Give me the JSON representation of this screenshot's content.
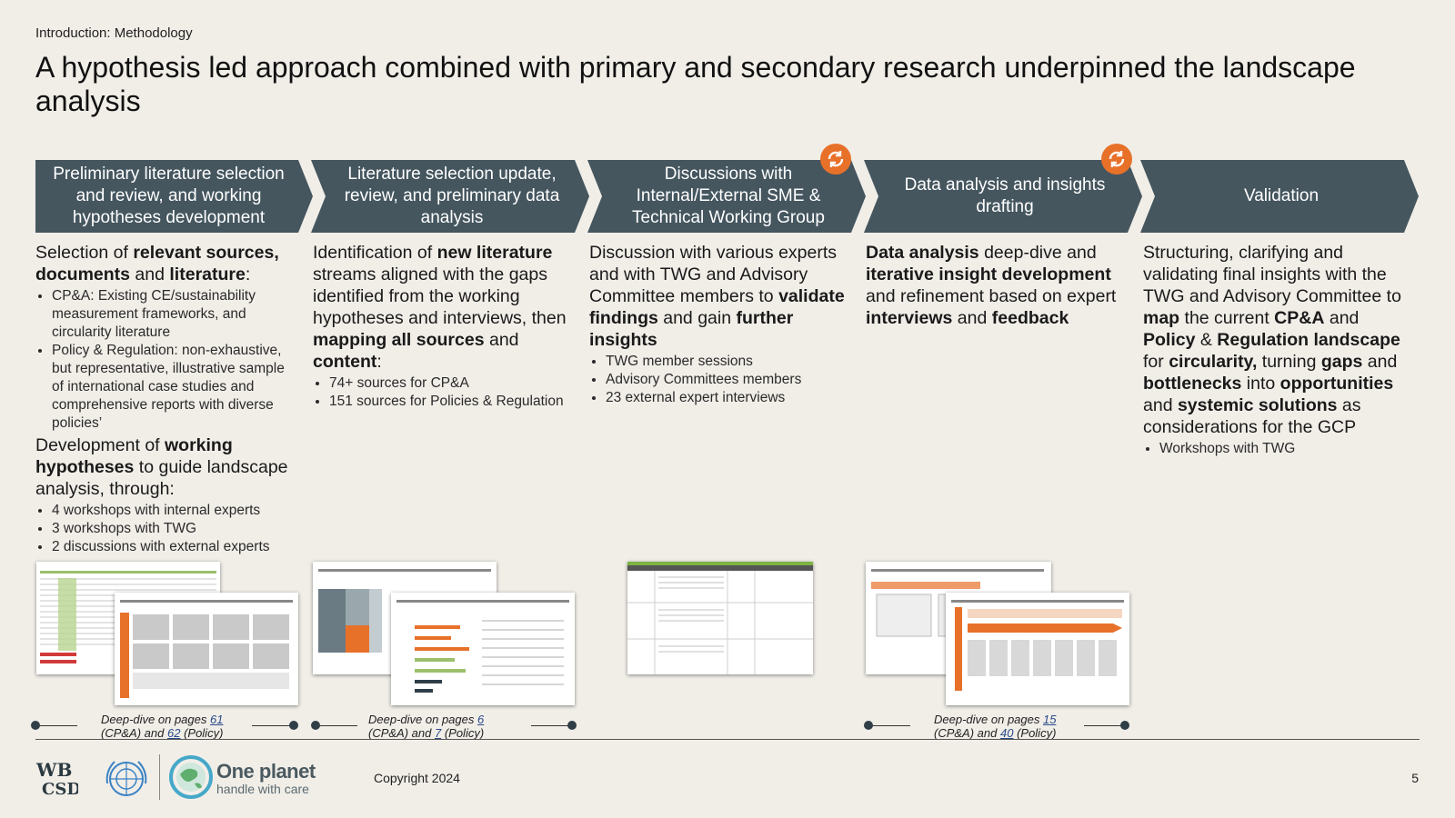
{
  "header": {
    "kicker": "Introduction: Methodology",
    "title": "A hypothesis led approach combined with primary and secondary research underpinned the landscape analysis"
  },
  "steps": [
    {
      "label": "Preliminary literature selection and review, and working hypotheses development",
      "iterative": false
    },
    {
      "label": "Literature selection update, review, and preliminary data analysis",
      "iterative": false
    },
    {
      "label": "Discussions with Internal/External SME & Technical Working Group",
      "iterative": true
    },
    {
      "label": "Data analysis and insights drafting",
      "iterative": true
    },
    {
      "label": "Validation",
      "iterative": false
    }
  ],
  "col1": {
    "p1_a": "Selection of ",
    "p1_b": "relevant sources, documents",
    "p1_c": " and ",
    "p1_d": "literature",
    "p1_e": ":",
    "bullets1": [
      "CP&A: Existing CE/sustainability measurement frameworks, and circularity literature",
      "Policy & Regulation: non-exhaustive, but representative, illustrative sample of international case studies and comprehensive reports with diverse policies’"
    ],
    "p2_a": "Development of ",
    "p2_b": "working hypotheses",
    "p2_c": " to guide landscape analysis, through:",
    "bullets2": [
      "4 workshops with internal experts",
      "3 workshops with TWG",
      "2 discussions with external experts"
    ]
  },
  "col2": {
    "a": "Identification of ",
    "b": "new literature",
    "c": " streams aligned with the gaps identified from the working hypotheses and interviews, then ",
    "d": "mapping all sources",
    "e": " and ",
    "f": "content",
    "g": ":",
    "bullets": [
      "74+ sources for CP&A",
      "151 sources for Policies & Regulation"
    ]
  },
  "col3": {
    "a": "Discussion with various experts and with TWG and Advisory Committee members to ",
    "b": "validate findings",
    "c": " and gain ",
    "d": "further insights",
    "bullets": [
      "TWG member sessions",
      "Advisory Committees members",
      "23 external expert interviews"
    ]
  },
  "col4": {
    "a": "Data analysis",
    "b": " deep-dive and ",
    "c": "iterative insight development",
    "d": " and refinement based on expert ",
    "e": "interviews",
    "f": " and ",
    "g": "feedback"
  },
  "col5": {
    "a": "Structuring, clarifying and validating final insights with the TWG and Advisory Committee to ",
    "b": "map",
    "c": " the current ",
    "d": "CP&A",
    "e": " and ",
    "f": "Policy",
    "g": " & ",
    "h": "Regulation landscape",
    "i": " for ",
    "j": "circularity,",
    "k": " turning ",
    "l": "gaps",
    "m": " and ",
    "n": "bottlenecks",
    "o": " into ",
    "p": "opportunities",
    "q": " and ",
    "r": "systemic solutions",
    "s": " as considerations for the GCP",
    "bullets": [
      "Workshops with TWG"
    ]
  },
  "deepdives": [
    {
      "prefix": "Deep-dive on pages ",
      "p1": "61",
      "mid": "(CP&A) and ",
      "p2": "62",
      "suffix": " (Policy)"
    },
    {
      "prefix": "Deep-dive on pages ",
      "p1": "6",
      "mid": "(CP&A) and ",
      "p2": "7",
      "suffix": " (Policy)"
    },
    {
      "prefix": "Deep-dive on pages ",
      "p1": "15",
      "mid": "(CP&A) and ",
      "p2": "40",
      "suffix": " (Policy)"
    }
  ],
  "footer": {
    "copyright": "Copyright 2024",
    "page": "5",
    "logo_wbcsd": "WBCSD",
    "logo_op1": "One planet",
    "logo_op2": "handle with care"
  },
  "colors": {
    "chevron": "#45565f",
    "accent": "#e8712a",
    "background": "#f1eee8"
  }
}
